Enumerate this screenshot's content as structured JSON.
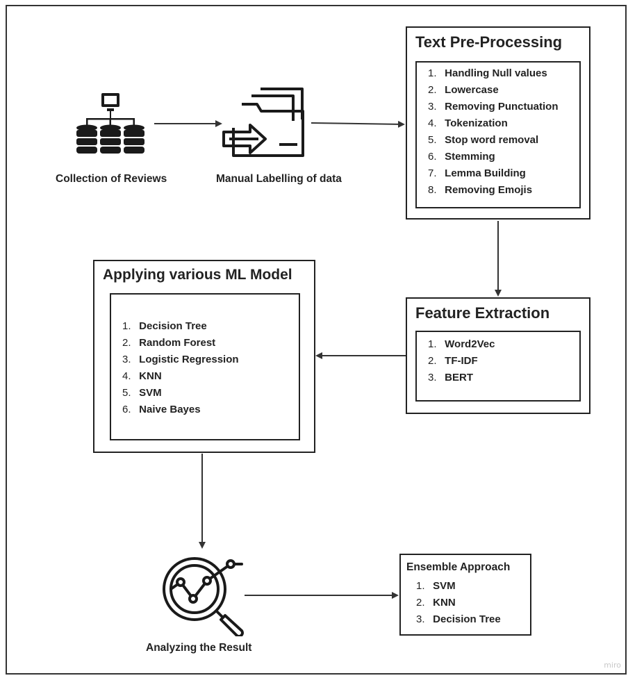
{
  "collection": {
    "caption": "Collection of Reviews",
    "icon": "database-network-icon"
  },
  "labelling": {
    "caption": "Manual Labelling of data",
    "icon": "folder-import-icon"
  },
  "preprocessing": {
    "title": "Text Pre-Processing",
    "items": [
      {
        "num": "1.",
        "text": "Handling Null values"
      },
      {
        "num": "2.",
        "text": "Lowercase"
      },
      {
        "num": "3.",
        "text": "Removing Punctuation"
      },
      {
        "num": "4.",
        "text": "Tokenization"
      },
      {
        "num": "5.",
        "text": "Stop word removal"
      },
      {
        "num": "6.",
        "text": "Stemming"
      },
      {
        "num": "7.",
        "text": "Lemma Building"
      },
      {
        "num": "8.",
        "text": "Removing Emojis"
      }
    ]
  },
  "feature": {
    "title": "Feature Extraction",
    "items": [
      {
        "num": "1.",
        "text": "Word2Vec"
      },
      {
        "num": "2.",
        "text": "TF-IDF"
      },
      {
        "num": "3.",
        "text": "BERT"
      }
    ]
  },
  "models": {
    "title": "Applying various ML Model",
    "items": [
      {
        "num": "1.",
        "text": "Decision Tree"
      },
      {
        "num": "2.",
        "text": "Random Forest"
      },
      {
        "num": "3.",
        "text": "Logistic Regression"
      },
      {
        "num": "4.",
        "text": "KNN"
      },
      {
        "num": "5.",
        "text": "SVM"
      },
      {
        "num": "6.",
        "text": "Naive Bayes"
      }
    ]
  },
  "analysis": {
    "caption": "Analyzing the Result",
    "icon": "magnifier-chart-icon"
  },
  "ensemble": {
    "title": "Ensemble Approach",
    "items": [
      {
        "num": "1.",
        "text": "SVM"
      },
      {
        "num": "2.",
        "text": "KNN"
      },
      {
        "num": "3.",
        "text": "Decision Tree"
      }
    ]
  },
  "watermark": "miro"
}
